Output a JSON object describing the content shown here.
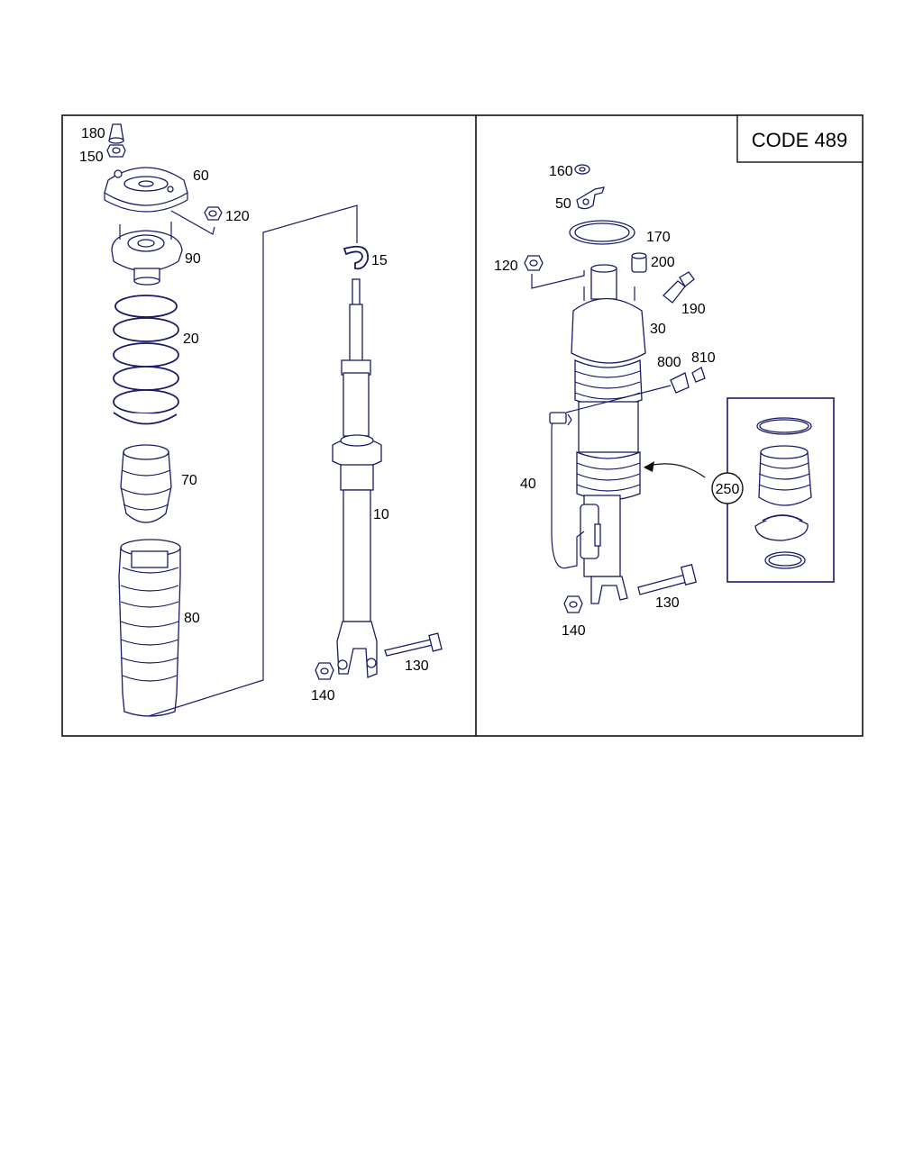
{
  "code_box": {
    "text": "CODE 489"
  },
  "labels_left": {
    "l180": "180",
    "l150": "150",
    "l60": "60",
    "l120": "120",
    "l90": "90",
    "l15": "15",
    "l20": "20",
    "l70": "70",
    "l10": "10",
    "l80": "80",
    "l130": "130",
    "l140": "140"
  },
  "labels_right": {
    "l160": "160",
    "l50": "50",
    "l170": "170",
    "l120": "120",
    "l200": "200",
    "l190": "190",
    "l30": "30",
    "l800": "800",
    "l810": "810",
    "l40": "40",
    "l250": "250",
    "l130": "130",
    "l140": "140"
  },
  "colors": {
    "outline": "#1a1a66",
    "frame": "#111111",
    "background": "#ffffff"
  }
}
